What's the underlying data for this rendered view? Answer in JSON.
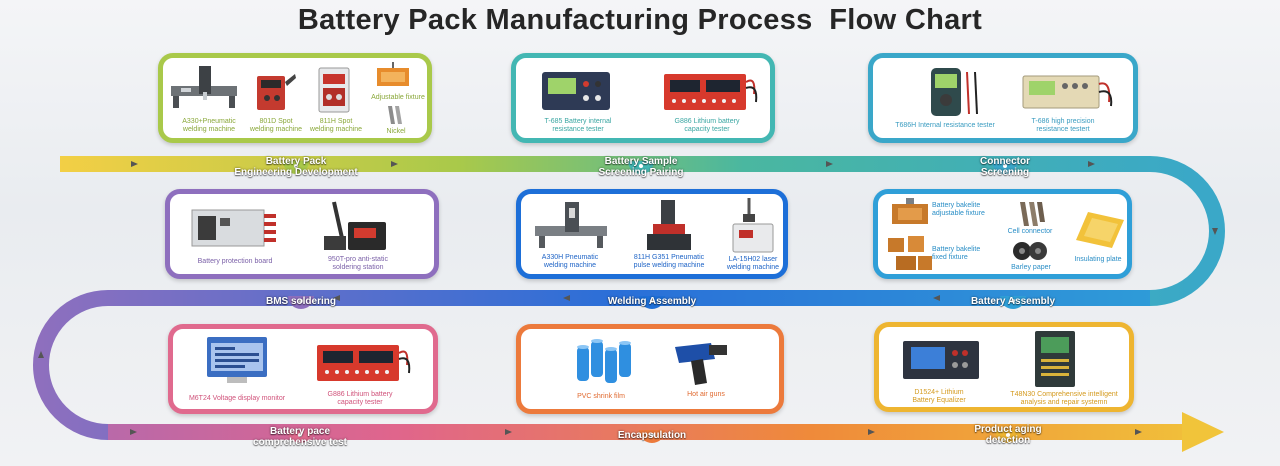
{
  "title": "Battery Pack Manufacturing Process  Flow Chart",
  "colors": {
    "lime": "#a9c94a",
    "teal": "#43b7b3",
    "sky": "#3aa7c9",
    "purple": "#8e6fbe",
    "blue": "#1d6fd8",
    "lightblue": "#2f9fd8",
    "pink": "#e06a8e",
    "orange": "#ec7a3c",
    "gold": "#eeb531"
  },
  "stages": [
    {
      "label": "Battery Pack\nEngineering Development",
      "devices": [
        {
          "caption": "A330+Pneumatic\nwelding machine",
          "icon": "pneumatic-welding-machine-icon"
        },
        {
          "caption": "801D Spot\nwelding machine",
          "icon": "spot-welder-red-icon"
        },
        {
          "caption": "811H Spot\nwelding machine",
          "icon": "spot-welder-tall-icon"
        },
        {
          "caption": "Adjustable fixture",
          "icon": "adjustable-fixture-icon"
        },
        {
          "caption": "Nickel",
          "icon": "nickel-strip-icon"
        }
      ]
    },
    {
      "label": "Battery Sample\nScreening  Pairing",
      "devices": [
        {
          "caption": "T-685 Battery internal\nresistance tester",
          "icon": "resistance-tester-icon"
        },
        {
          "caption": "G886 Lithium battery\ncapacity tester",
          "icon": "capacity-tester-icon"
        }
      ]
    },
    {
      "label": "Connector\nScreening",
      "devices": [
        {
          "caption": "T686H  Internal resistance tester",
          "icon": "handheld-tester-icon"
        },
        {
          "caption": "T-686 high precision\nresistance testert",
          "icon": "precision-tester-icon"
        }
      ]
    },
    {
      "label": "BMS soldering",
      "devices": [
        {
          "caption": "Battery protection board",
          "icon": "protection-board-icon"
        },
        {
          "caption": "950T-pro anti-static\nsoldering station",
          "icon": "soldering-station-icon"
        }
      ]
    },
    {
      "label": "Welding Assembly",
      "devices": [
        {
          "caption": "A330H Pneumatic\nwelding machine",
          "icon": "pneumatic-welder-icon"
        },
        {
          "caption": "811H G351 Pneumatic\npulse welding machine",
          "icon": "pulse-welder-icon"
        },
        {
          "caption": "LA-15H02 laser\nwelding machine",
          "icon": "laser-welder-icon"
        }
      ]
    },
    {
      "label": "Battery Assembly",
      "devices": [
        {
          "caption": "Battery bakelite\nadjustable fixture",
          "icon": "bakelite-adjustable-fixture-icon"
        },
        {
          "caption": "Battery bakelite\nfixed fixture",
          "icon": "bakelite-fixed-fixture-icon"
        },
        {
          "caption": "Cell connector",
          "icon": "cell-connector-icon"
        },
        {
          "caption": "Barley paper",
          "icon": "barley-paper-icon"
        },
        {
          "caption": "Insulating plate",
          "icon": "insulating-plate-icon"
        }
      ]
    },
    {
      "label": "Battery pace\ncomprehensive test",
      "devices": [
        {
          "caption": "M6T24 Voltage display monitor",
          "icon": "voltage-monitor-icon"
        },
        {
          "caption": "G886 Lithium battery\ncapacity tester",
          "icon": "capacity-tester-icon"
        }
      ]
    },
    {
      "label": "Encapsulation",
      "devices": [
        {
          "caption": "PVC shrink film",
          "icon": "shrink-film-icon"
        },
        {
          "caption": "Hot air guns",
          "icon": "hot-air-gun-icon"
        }
      ]
    },
    {
      "label": "Product aging\ndetection",
      "devices": [
        {
          "caption": "D1524+ Lithium\nBattery Equalizer",
          "icon": "battery-equalizer-icon"
        },
        {
          "caption": "T48N30 Comprehensive intelligent\nanalysis and repair systemn",
          "icon": "repair-system-icon"
        }
      ]
    }
  ]
}
